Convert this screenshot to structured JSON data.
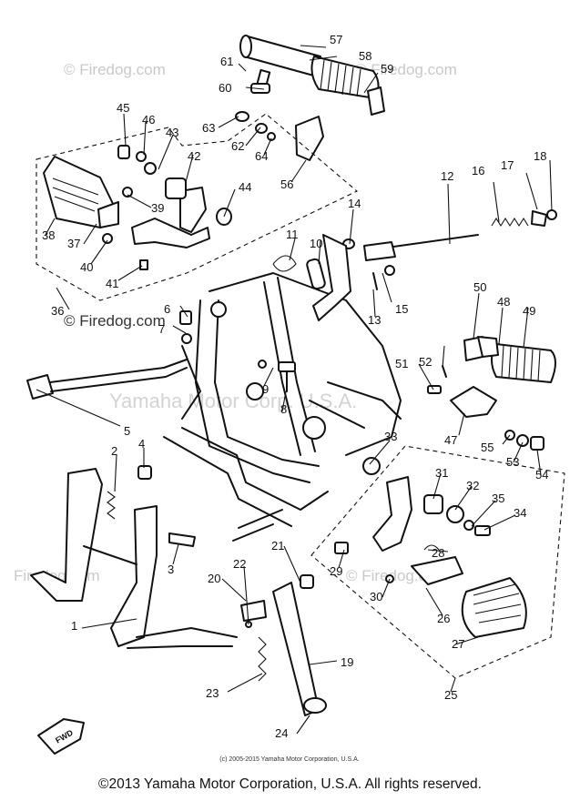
{
  "callouts": [
    "57",
    "58",
    "59",
    "61",
    "60",
    "45",
    "46",
    "43",
    "63",
    "62",
    "64",
    "42",
    "56",
    "44",
    "38",
    "37",
    "39",
    "40",
    "41",
    "36",
    "12",
    "16",
    "17",
    "18",
    "14",
    "11",
    "10",
    "15",
    "13",
    "6",
    "7",
    "50",
    "48",
    "49",
    "52",
    "51",
    "47",
    "55",
    "53",
    "54",
    "5",
    "9",
    "8",
    "2",
    "4",
    "3",
    "33",
    "31",
    "32",
    "35",
    "34",
    "28",
    "29",
    "30",
    "26",
    "27",
    "1",
    "20",
    "22",
    "21",
    "19",
    "23",
    "24",
    "25"
  ],
  "watermarks": {
    "mark": "© Firedog.com",
    "partial": "Firedog.com",
    "center": "Yamaha Motor Corp. U.S.A."
  },
  "fwd_label": "FWD",
  "small_copyright": "(c) 2005-2015 Yamaha Motor Corporation, U.S.A.",
  "footer": "©2013 Yamaha Motor Corporation, U.S.A. All rights reserved."
}
